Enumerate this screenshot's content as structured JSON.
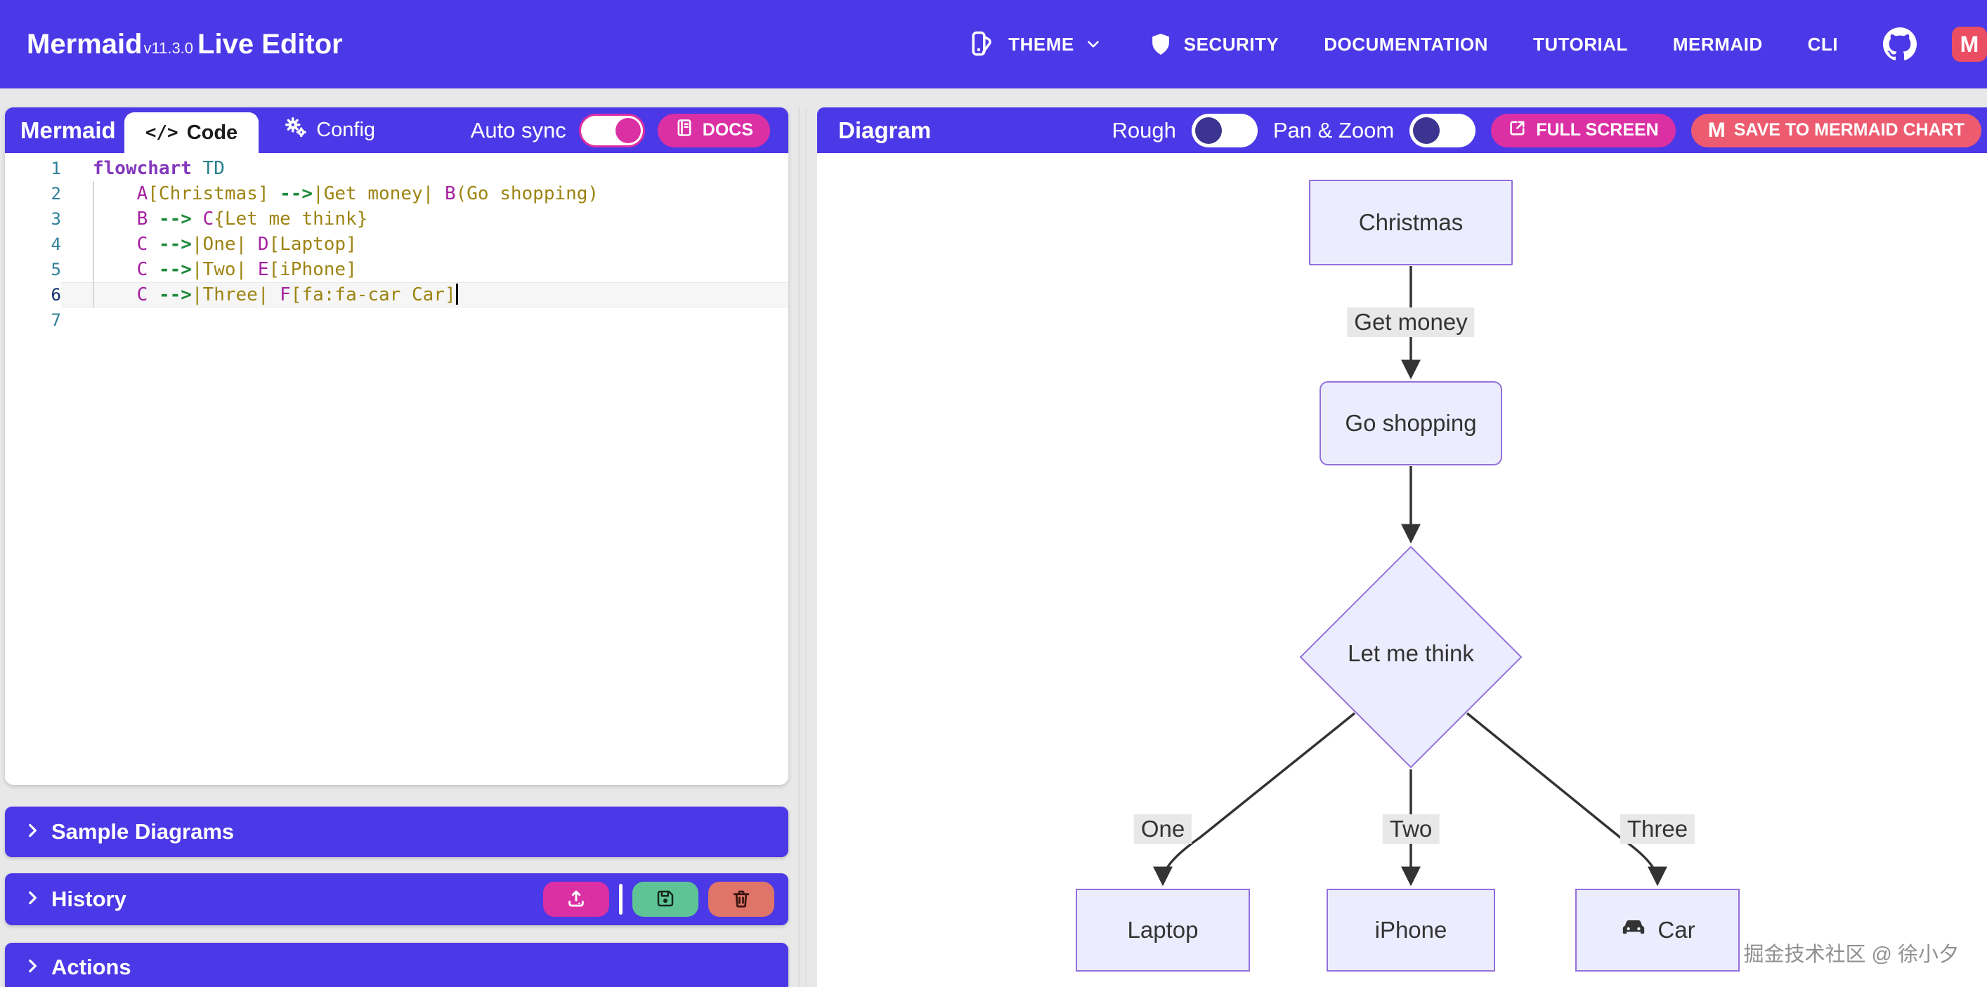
{
  "colors": {
    "primary_purple": "#4b38e6",
    "magenta": "#db2fa4",
    "rose": "#ec5b70",
    "logo_pink": "#eb4e63",
    "green": "#5ec496",
    "red": "#df7568",
    "node_fill": "#ececff",
    "node_border": "#9370db",
    "edge_label_bg": "#e8e8e8",
    "toggle_off_knob": "#3b3490"
  },
  "topbar": {
    "brand": {
      "name": "Mermaid",
      "version": "v11.3.0",
      "suffix": "Live Editor"
    },
    "nav": [
      {
        "label": "THEME"
      },
      {
        "label": "SECURITY"
      },
      {
        "label": "DOCUMENTATION"
      },
      {
        "label": "TUTORIAL"
      },
      {
        "label": "MERMAID"
      },
      {
        "label": "CLI"
      }
    ],
    "mermaid_chart_logo_letter": "M"
  },
  "editor_panel": {
    "title": "Mermaid",
    "tabs": {
      "code": "Code",
      "code_glyph": "</>",
      "config": "Config"
    },
    "auto_sync_label": "Auto sync",
    "auto_sync_on": true,
    "docs_label": "DOCS",
    "code": {
      "lines": [
        {
          "num": "1",
          "tokens": [
            [
              "flowchart",
              "kw"
            ],
            [
              " ",
              "pl"
            ],
            [
              "TD",
              "ty"
            ]
          ]
        },
        {
          "num": "2",
          "tokens": [
            [
              "    ",
              "pl"
            ],
            [
              "A",
              "id"
            ],
            [
              "[Christmas]",
              "st"
            ],
            [
              " ",
              "pl"
            ],
            [
              "-->",
              "ar"
            ],
            [
              "|Get money|",
              "st"
            ],
            [
              " ",
              "pl"
            ],
            [
              "B",
              "id"
            ],
            [
              "(Go shopping)",
              "st"
            ]
          ]
        },
        {
          "num": "3",
          "tokens": [
            [
              "    ",
              "pl"
            ],
            [
              "B",
              "id"
            ],
            [
              " ",
              "pl"
            ],
            [
              "-->",
              "ar"
            ],
            [
              " ",
              "pl"
            ],
            [
              "C",
              "id"
            ],
            [
              "{Let me think}",
              "st"
            ]
          ]
        },
        {
          "num": "4",
          "tokens": [
            [
              "    ",
              "pl"
            ],
            [
              "C",
              "id"
            ],
            [
              " ",
              "pl"
            ],
            [
              "-->",
              "ar"
            ],
            [
              "|One|",
              "st"
            ],
            [
              " ",
              "pl"
            ],
            [
              "D",
              "id"
            ],
            [
              "[Laptop]",
              "st"
            ]
          ]
        },
        {
          "num": "5",
          "tokens": [
            [
              "    ",
              "pl"
            ],
            [
              "C",
              "id"
            ],
            [
              " ",
              "pl"
            ],
            [
              "-->",
              "ar"
            ],
            [
              "|Two|",
              "st"
            ],
            [
              " ",
              "pl"
            ],
            [
              "E",
              "id"
            ],
            [
              "[iPhone]",
              "st"
            ]
          ]
        },
        {
          "num": "6",
          "active": true,
          "cursor": true,
          "tokens": [
            [
              "    ",
              "pl"
            ],
            [
              "C",
              "id"
            ],
            [
              " ",
              "pl"
            ],
            [
              "-->",
              "ar"
            ],
            [
              "|Three|",
              "st"
            ],
            [
              " ",
              "pl"
            ],
            [
              "F",
              "id"
            ],
            [
              "[fa:fa-car Car]",
              "st"
            ]
          ]
        },
        {
          "num": "7",
          "tokens": []
        }
      ]
    }
  },
  "accordions": {
    "sample_diagrams": "Sample Diagrams",
    "history": "History",
    "actions": "Actions"
  },
  "diagram_panel": {
    "title": "Diagram",
    "rough_label": "Rough",
    "rough_on": false,
    "pan_zoom_label": "Pan & Zoom",
    "pan_zoom_on": false,
    "fullscreen_label": "FULL SCREEN",
    "save_label": "SAVE TO MERMAID CHART"
  },
  "flowchart": {
    "direction": "TD",
    "nodes": {
      "A": {
        "label": "Christmas",
        "shape": "rectangle"
      },
      "B": {
        "label": "Go shopping",
        "shape": "rounded"
      },
      "C": {
        "label": "Let me think",
        "shape": "diamond"
      },
      "D": {
        "label": "Laptop",
        "shape": "rectangle"
      },
      "E": {
        "label": "iPhone",
        "shape": "rectangle"
      },
      "F": {
        "label": "Car",
        "shape": "rectangle",
        "icon": "car-icon"
      }
    },
    "edge_labels": {
      "ab": "Get money",
      "cd": "One",
      "ce": "Two",
      "cf": "Three"
    }
  },
  "watermark": "掘金技术社区 @ 徐小夕"
}
